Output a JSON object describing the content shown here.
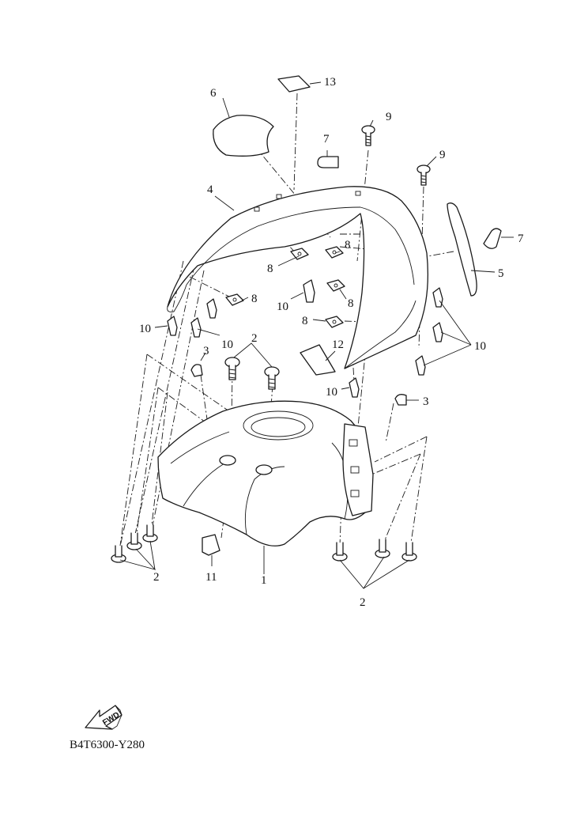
{
  "diagram": {
    "code": "B4T6300-Y280",
    "fwd_label": "FWD",
    "callouts": {
      "c1": "1",
      "c2a": "2",
      "c2b": "2",
      "c2c": "2",
      "c3a": "3",
      "c3b": "3",
      "c4": "4",
      "c5": "5",
      "c6": "6",
      "c7a": "7",
      "c7b": "7",
      "c8a": "8",
      "c8b": "8",
      "c8c": "8",
      "c8d": "8",
      "c8e": "8",
      "c9a": "9",
      "c9b": "9",
      "c10a": "10",
      "c10b": "10",
      "c10c": "10",
      "c10d": "10",
      "c10e": "10",
      "c11": "11",
      "c12": "12",
      "c13": "13"
    }
  }
}
